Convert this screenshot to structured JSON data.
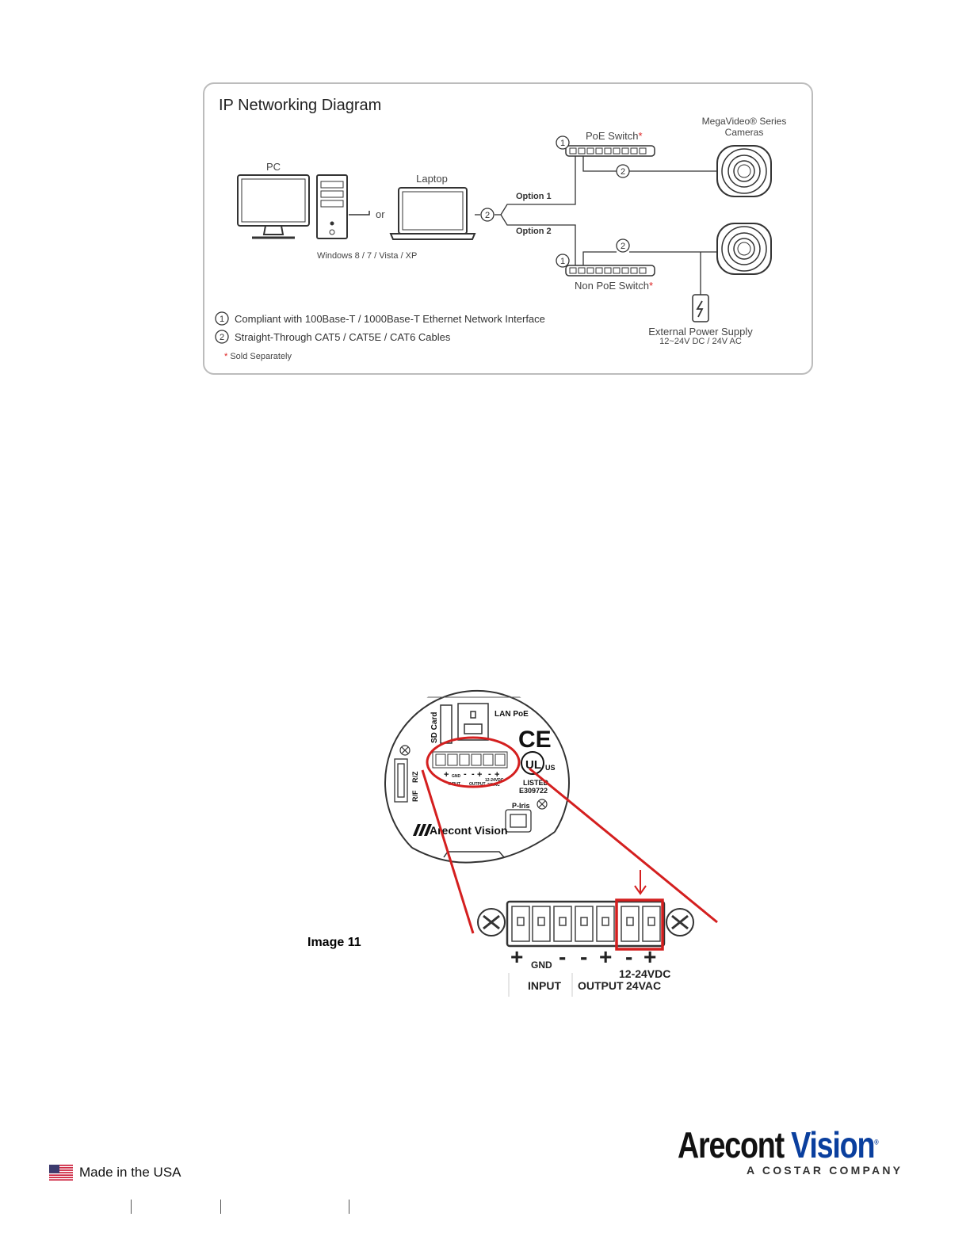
{
  "diagram": {
    "title": "IP Networking Diagram",
    "pc_label": "PC",
    "or_label": "or",
    "laptop_label": "Laptop",
    "os_label": "Windows 8 / 7 / Vista / XP",
    "option1_label": "Option 1",
    "option2_label": "Option 2",
    "poe_switch_label": "PoE Switch",
    "non_poe_switch_label": "Non PoE Switch",
    "star": "*",
    "cameras_label_line1": "MegaVideo® Series",
    "cameras_label_line2": "Cameras",
    "power_supply_label": "External Power Supply",
    "power_supply_spec": "12~24V DC / 24V AC",
    "marker_1": "1",
    "marker_2": "2",
    "legend": [
      {
        "number": "1",
        "text": "Compliant with 100Base-T / 1000Base-T Ethernet Network Interface"
      },
      {
        "number": "2",
        "text": "Straight-Through CAT5 / CAT5E / CAT6 Cables"
      }
    ],
    "sold_separately": "Sold Separately"
  },
  "camera_back": {
    "sd_card": "SD Card",
    "lan_poe": "LAN PoE",
    "ce_mark": "CE",
    "ul_mark": "UL",
    "ul_us": "US",
    "listed": "LISTED",
    "listing_number": "E309722",
    "p_iris": "P-Iris",
    "rz": "R/Z",
    "rf": "R/F",
    "brand": "Arecont Vision",
    "small_plus": "+",
    "small_gnd": "GND",
    "small_minus": "-",
    "small_input": "INPUT",
    "small_output": "OUTPUT",
    "small_power_line1": "12-24VDC",
    "small_power_line2": "24VAC"
  },
  "connector": {
    "plus": "+",
    "minus": "-",
    "gnd": "GND",
    "input": "INPUT",
    "output": "OUTPUT",
    "power_line1": "12-24VDC",
    "power_line2": "24VAC",
    "highlight_color": "#d41f1f"
  },
  "image_caption": "Image 11",
  "footer": {
    "made_in_usa": "Made in the USA",
    "brand_part1": "Arecont ",
    "brand_part2": "Vision",
    "registered": "®",
    "tagline": "A COSTAR COMPANY"
  }
}
